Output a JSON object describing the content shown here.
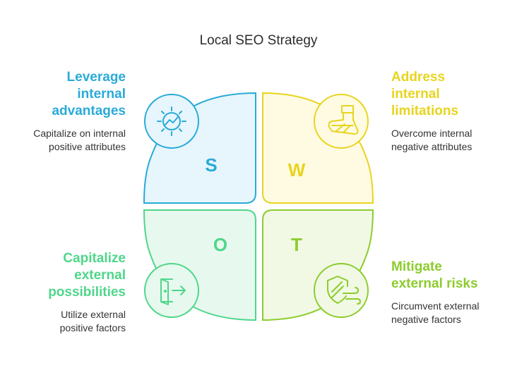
{
  "title": "Local SEO Strategy",
  "quadrants": {
    "s": {
      "letter": "S",
      "heading_lines": [
        "Leverage",
        "internal",
        "advantages"
      ],
      "desc_lines": [
        "Capitalize on internal",
        "positive attributes"
      ],
      "icon": "gear-chart-icon",
      "color": "#2aaad8",
      "fill": "#e6f6fc"
    },
    "w": {
      "letter": "W",
      "heading_lines": [
        "Address",
        "internal",
        "limitations"
      ],
      "desc_lines": [
        "Overcome internal",
        "negative attributes"
      ],
      "icon": "broken-leg-cast-icon",
      "color": "#e8d41f",
      "fill": "#fefbe2"
    },
    "o": {
      "letter": "O",
      "heading_lines": [
        "Capitalize",
        "external",
        "possibilities"
      ],
      "desc_lines": [
        "Utilize external",
        "positive factors"
      ],
      "icon": "exit-door-icon",
      "color": "#4fd68a",
      "fill": "#e7f9ee"
    },
    "t": {
      "letter": "T",
      "heading_lines": [
        "Mitigate",
        "external risks"
      ],
      "desc_lines": [
        "Circumvent external",
        "negative factors"
      ],
      "icon": "shield-wind-icon",
      "color": "#8ccc2e",
      "fill": "#f1f9e4"
    }
  }
}
